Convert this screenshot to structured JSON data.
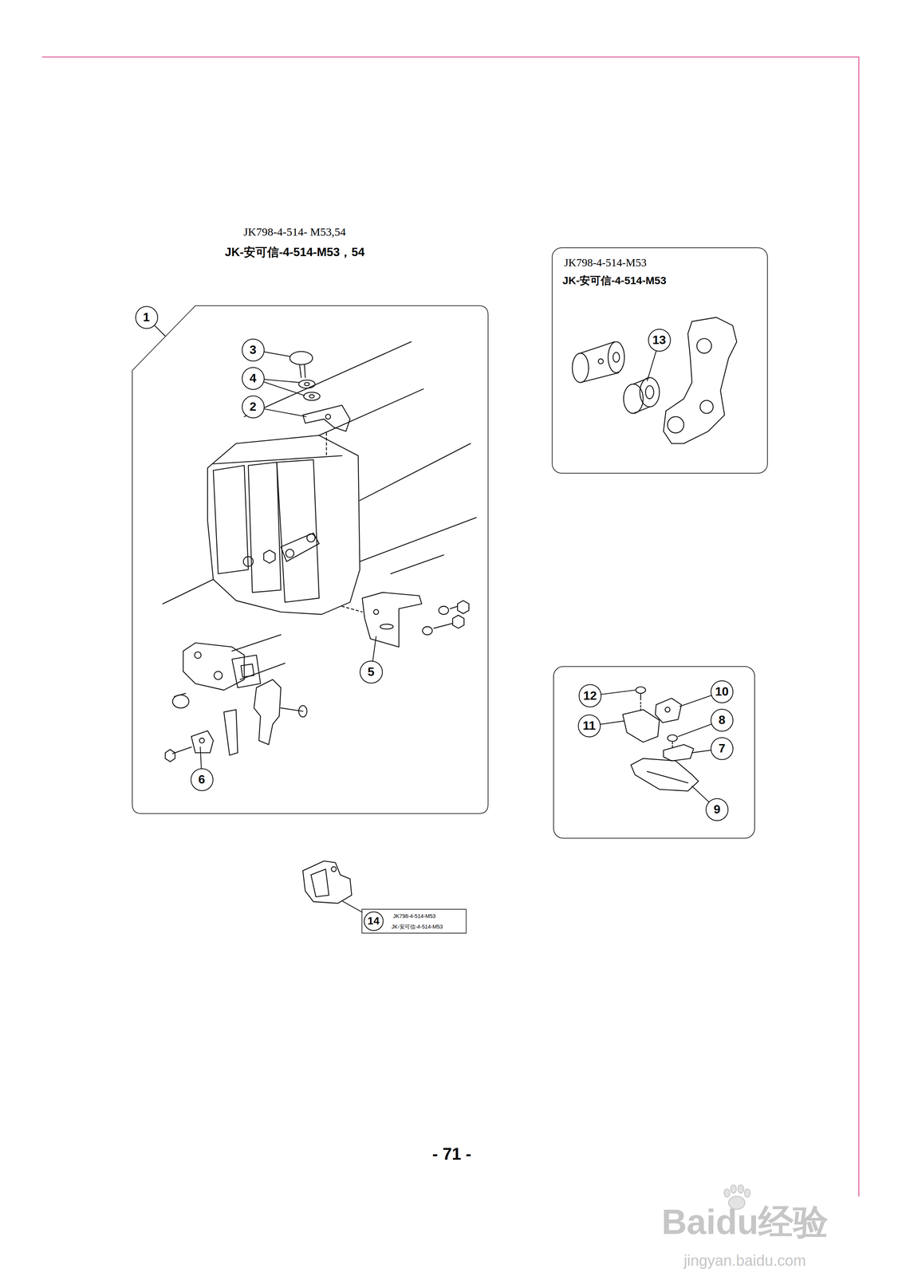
{
  "diagram": {
    "nodes": [
      {
        "text": [
          "JK798-4-514- M53,54",
          "JK-安可信-4-514-M53，54"
        ]
      },
      {
        "text": [
          "1"
        ]
      },
      {
        "text": [
          "3"
        ],
        "in": 0
      },
      {
        "text": [
          "4"
        ],
        "in": 0
      },
      {
        "text": [
          "2"
        ],
        "in": 0
      },
      {
        "text": [
          "5"
        ],
        "in": 0
      },
      {
        "text": [
          "6"
        ],
        "in": 0
      },
      {
        "text": [
          "JK798-4-514-M53",
          "JK-安可信-4-514-M53"
        ]
      },
      {
        "text": [
          "13"
        ],
        "in": 7
      },
      {
        "text": [
          "12"
        ]
      },
      {
        "text": [
          "10"
        ]
      },
      {
        "text": [
          "11"
        ]
      },
      {
        "text": [
          "8"
        ]
      },
      {
        "text": [
          "7"
        ]
      },
      {
        "text": [
          "9"
        ]
      },
      {
        "text": [
          "JK798-4-514-M53",
          "JK-安可信-4-514-M53"
        ]
      },
      {
        "text": [
          "14"
        ],
        "in": 15
      }
    ],
    "labels": [
      "- 71 -",
      "Baidu经验",
      "jingyan.baidu.com"
    ]
  }
}
